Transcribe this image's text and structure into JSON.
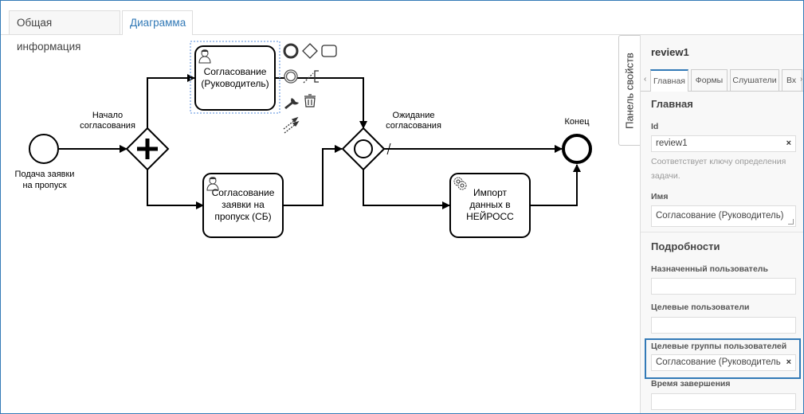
{
  "tabs": [
    {
      "label": "Общая информация",
      "active": false
    },
    {
      "label": "Диаграмма",
      "active": true
    }
  ],
  "diagram": {
    "start_event": {
      "label_line1": "Подача заявки",
      "label_line2": "на пропуск"
    },
    "parallel_gateway": {
      "label_line1": "Начало",
      "label_line2": "согласования"
    },
    "task_manager": {
      "line1": "Согласование",
      "line2": "(Руководитель)",
      "type": "user-task",
      "selected": true
    },
    "task_security": {
      "line1": "Согласование",
      "line2": "заявки на",
      "line3": "пропуск (СБ)",
      "type": "user-task"
    },
    "event_gateway": {
      "label_line1": "Ожидание",
      "label_line2": "согласования"
    },
    "task_import": {
      "line1": "Импорт",
      "line2": "данных в",
      "line3": "НЕЙРОСС",
      "type": "service-task"
    },
    "end_event": {
      "label": "Конец"
    },
    "context_pad": [
      "end-event-icon",
      "gateway-icon",
      "task-icon",
      "intermediate-event-icon",
      "annotation-icon",
      "wrench-icon",
      "trash-icon",
      "connect-icon"
    ]
  },
  "properties_toggle": {
    "label": "Панель свойств"
  },
  "panel": {
    "title": "review1",
    "tabs": [
      {
        "label": "Главная",
        "active": true
      },
      {
        "label": "Формы",
        "active": false
      },
      {
        "label": "Слушатели",
        "active": false
      },
      {
        "label": "Вх",
        "active": false
      }
    ],
    "tab_prev": "‹",
    "tab_next": "›",
    "general": {
      "section_title": "Главная",
      "id_label": "Id",
      "id_value": "review1",
      "id_hint": "Соответствует ключу определения задачи.",
      "name_label": "Имя",
      "name_value": "Согласование (Руководитель)"
    },
    "details": {
      "section_title": "Подробности",
      "assignee_label": "Назначенный пользователь",
      "assignee_value": "",
      "candidate_users_label": "Целевые пользователи",
      "candidate_users_value": "",
      "candidate_groups_label": "Целевые группы пользователей",
      "candidate_groups_value": "Согласование (Руководитель",
      "due_date_label": "Время завершения",
      "due_date_value": ""
    },
    "clear_symbol": "×"
  }
}
